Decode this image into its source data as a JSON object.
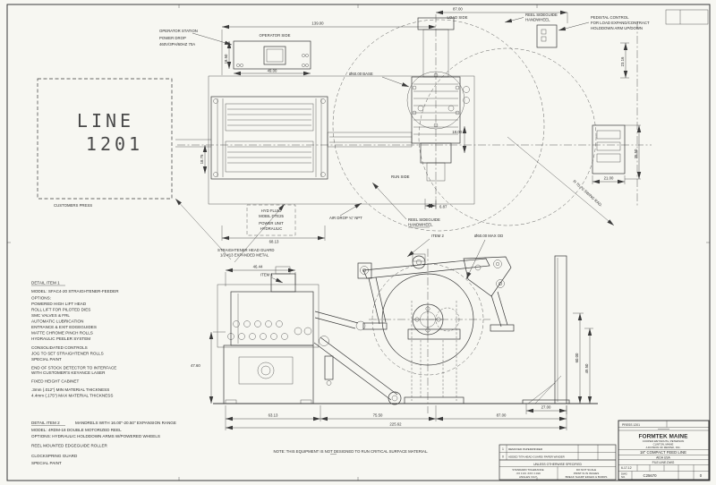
{
  "sheet": {
    "paper": "#f7f7f2",
    "ink": "#3a3a3a"
  },
  "tv": {
    "operator_station": "OPERATOR STATION",
    "power_drop1": "POWER DROP",
    "power_drop2": "460V/3PH/60HZ   70A",
    "operator_side": "OPERATOR SIDE",
    "load_side": "LOAD SIDE",
    "run_side": "RUN SIDE",
    "reel_sg1": "REEL SIDEGUIDE",
    "reel_sg2": "HANDWHEEL",
    "ped1": "PEDISTAL CONTROL",
    "ped2": "FOR LOAD EXPAND/CONTRACT",
    "ped3": "HOLDDOWN ARM UP/DOWN",
    "base_dia": "Ø60.00 BASE",
    "swing": "R 70.70 SWING RAD.",
    "hyd1": "HYD FLUID",
    "hyd2": "MOBIL DTE25",
    "hyd3": "POWER UNIT",
    "hyd4": "HYDRAULIC",
    "air_drop": "AIR DROP ¾\" NPT",
    "customers_press": "CUSTOMERS PRESS",
    "press_line1": "LINE",
    "press_line2": "1201",
    "d139": "139.00",
    "d87": "87.00",
    "d49": "49.00",
    "d1850": "18.50",
    "d18": "18.00",
    "d687": "6.87",
    "d2316": "23.16",
    "d3550": "35.50",
    "d21": "21.00",
    "d1875": "18.75",
    "d6813": "68.13"
  },
  "fv": {
    "guard1": "STRAIGHTENER HEAD GUARD",
    "guard2": "1/2-#13 EXPANDED METAL",
    "item1": "ITEM 1",
    "item2": "ITEM 2",
    "max_od": "Ø60.00 MAX OD",
    "d4644": "46.44",
    "d4760": "47.60",
    "d6313": "63.13",
    "d7550": "75.50",
    "d8700": "87.00",
    "d22562": "225.62",
    "d2700": "27.00",
    "d6000": "60.00",
    "d4950": "49.50"
  },
  "d1": {
    "title": "DETAIL ITEM 1",
    "lines": [
      "MODEL: SFAC4-20 STRAIGHTENER-FEEDER",
      "OPTIONS:",
      "POWERED HIGH LIFT HEAD",
      "ROLL LIFT FOR PILOTED DIES",
      "SMC VALVES & FRL",
      "AUTOMATIC LUBRICATION",
      "ENTRANCE & EXIT EDGEGUIDES",
      "MATTE CHROME PINCH ROLLS",
      "HYDRAULIC PEELER SYSTEM",
      "CONSOLIDATED CONTROLS",
      "JOG TO SET STRAIGHTENER ROLLS",
      "SPECIAL PAINT",
      "END OF STOCK DETECTOR TO INTERFACE",
      "WITH CUSTOMER'S KEYANCE LASER",
      "FIXED HEIGHT CABINET",
      ".3mm (.012\") MIN MATERIAL THICKNESS",
      "4.4mm (.175\") MAX MATERIAL THICKNESS"
    ]
  },
  "d2": {
    "title": "DETAIL ITEM 2",
    "title_cont": "MANDRELS WITH 16.00\"-20.50\" EXPANSION RANGE",
    "lines": [
      "MODEL: 4RDM-18 DOUBLE MOTORIZED REEL",
      "OPTIONS: HYDRAULIC HOLDDOWN ARMS W/POWERED WHEELS",
      "REEL MOUNTED EDGEGUIDE ROLLER",
      "CLOCKSPRING GUARD",
      "SPECIAL PAINT"
    ]
  },
  "note": "NOTE: THIS EQUIPMENT IS NOT DESIGNED TO RUN CRITICAL SURFACE MATERIAL.",
  "rev": {
    "rows": [
      {
        "no": "1",
        "desc": "REMOVED PAPERWINDER"
      },
      {
        "no": "0",
        "desc": "ADDED TITA HEAD GUARD/ PAPER WINDER"
      }
    ]
  },
  "tol": {
    "header": "UNLESS OTHERWISE SPECIFIED",
    "l1": "STANDARD TOLERANCE",
    "l2": ".XX ±.03   .XXX ±.010",
    "l3": "ANGLES ±1/2°",
    "r1": "DO NOT SCALE",
    "r2": "PRINT IS IN INCHES",
    "r3": "BREAK SHARP EDGES & BURRS"
  },
  "tb": {
    "press_ref": "PRESS 1201",
    "company": "FORMTEK MAINE",
    "sub1": "COOPER-WEYMOUTH, PETERSON",
    "sub2": "CLINTON, MAINE",
    "sub3": "A DIVISION OF MESTEK, INC.",
    "product": "18\" COMPACT FEED LINE",
    "customer": "AIDA USA",
    "file": "FILE:LINE.DWG",
    "date": "6-17-12",
    "dwg_label1": "DWG",
    "dwg_label2": "NO.",
    "dwg_no": "C25670",
    "rev": "0"
  }
}
